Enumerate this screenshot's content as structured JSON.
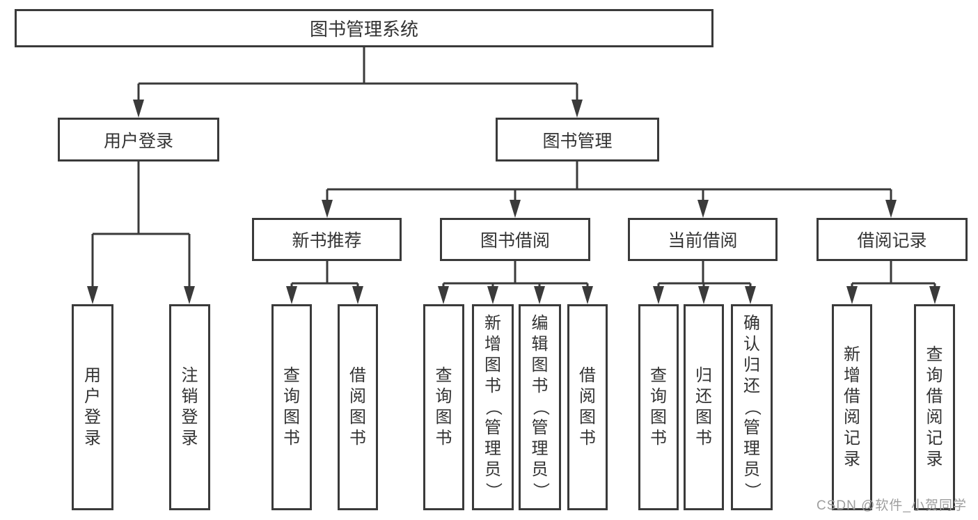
{
  "colors": {
    "line": "#3a3a3a",
    "text": "#333333",
    "watermark": "#9e9e9e",
    "background": "#ffffff"
  },
  "nodes": {
    "root": {
      "label": "图书管理系统"
    },
    "user_login": {
      "label": "用户登录"
    },
    "book_management": {
      "label": "图书管理"
    },
    "new_book_recommend": {
      "label": "新书推荐"
    },
    "book_borrow": {
      "label": "图书借阅"
    },
    "current_borrow": {
      "label": "当前借阅"
    },
    "borrow_record": {
      "label": "借阅记录"
    }
  },
  "children": {
    "user_login": [
      "用户登录",
      "注销登录"
    ],
    "new_book_recommend": [
      "查询图书",
      "借阅图书"
    ],
    "book_borrow": [
      "查询图书",
      "新增图书（管理员）",
      "编辑图书（管理员）",
      "借阅图书"
    ],
    "current_borrow": [
      "查询图书",
      "归还图书",
      "确认归还（管理员）"
    ],
    "borrow_record": [
      "新增借阅记录",
      "查询借阅记录"
    ]
  },
  "watermark": "CSDN @软件_小贺同学"
}
